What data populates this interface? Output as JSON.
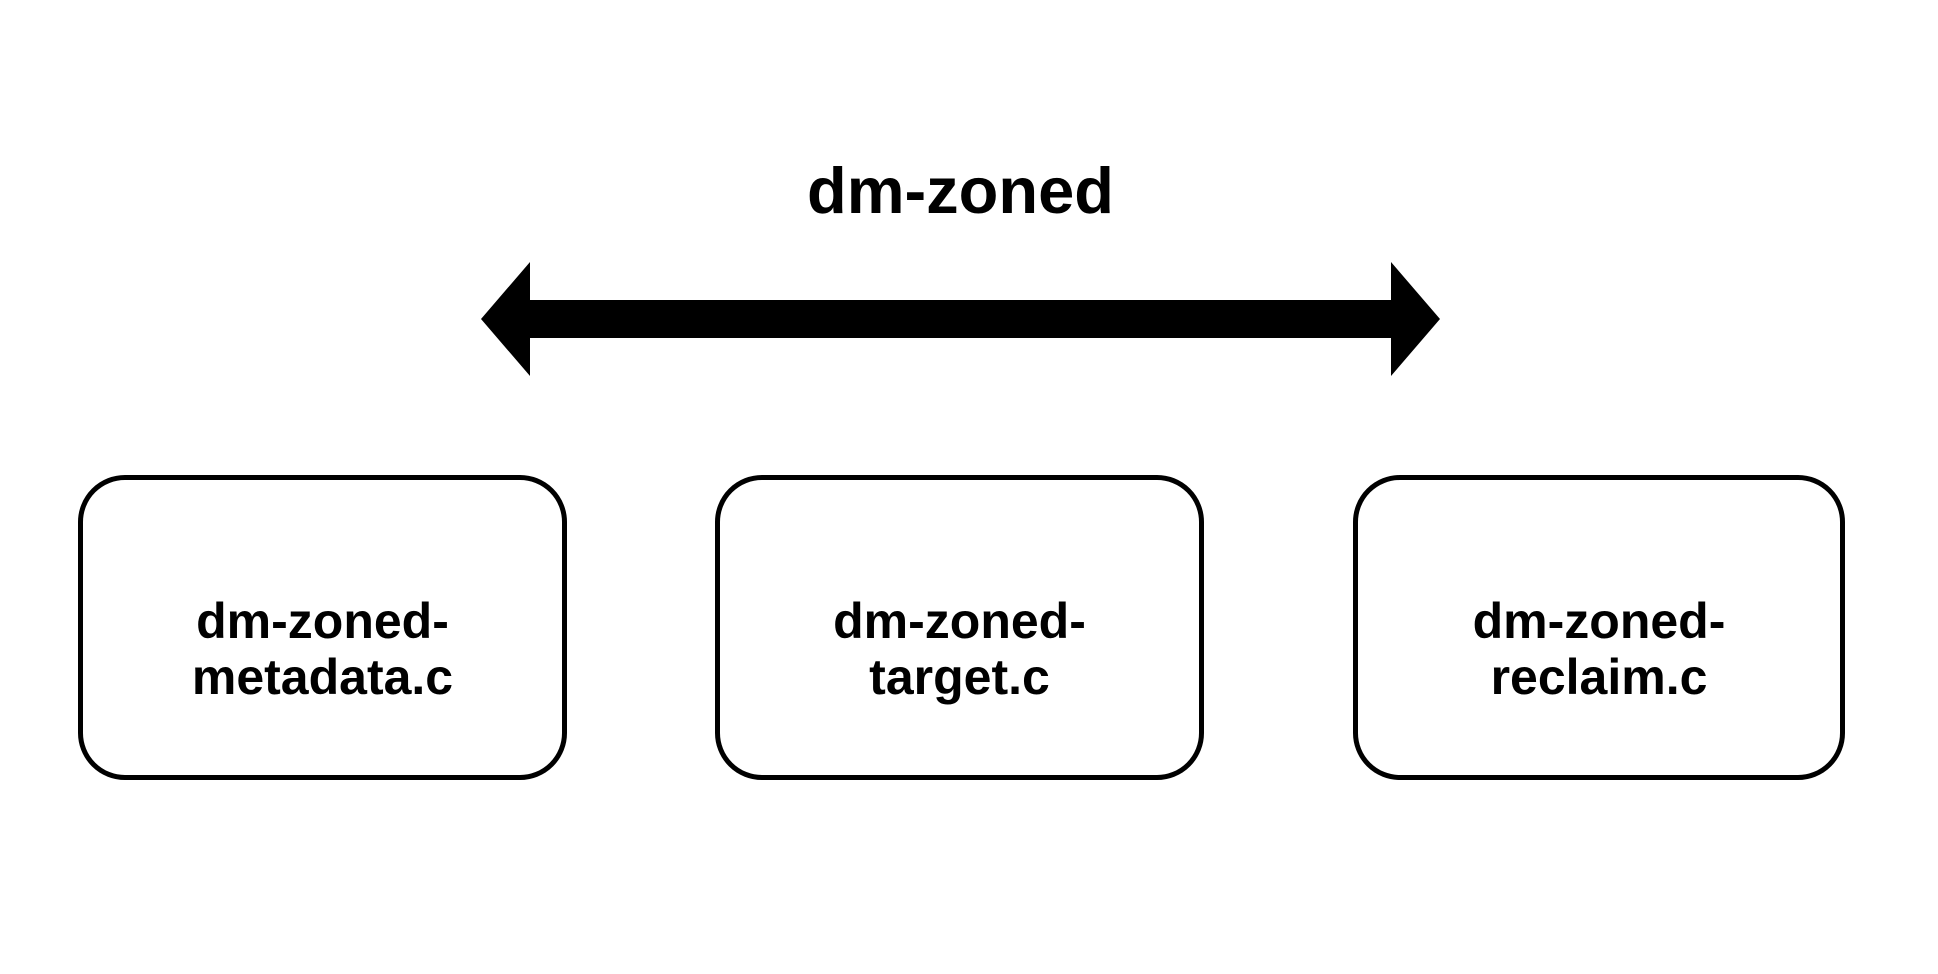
{
  "page": {
    "background_color": "#ffffff",
    "foreground_color": "#000000"
  },
  "diagram": {
    "title": "dm-zoned",
    "arrow": {
      "kind": "double-headed-arrow",
      "color": "#000000"
    },
    "boxes": [
      {
        "name": "dm-zoned-metadata.c",
        "line1": "dm-zoned-",
        "line2": "metadata.c"
      },
      {
        "name": "dm-zoned-target.c",
        "line1": "dm-zoned-",
        "line2": "target.c"
      },
      {
        "name": "dm-zoned-reclaim.c",
        "line1": "dm-zoned-",
        "line2": "reclaim.c"
      }
    ]
  }
}
